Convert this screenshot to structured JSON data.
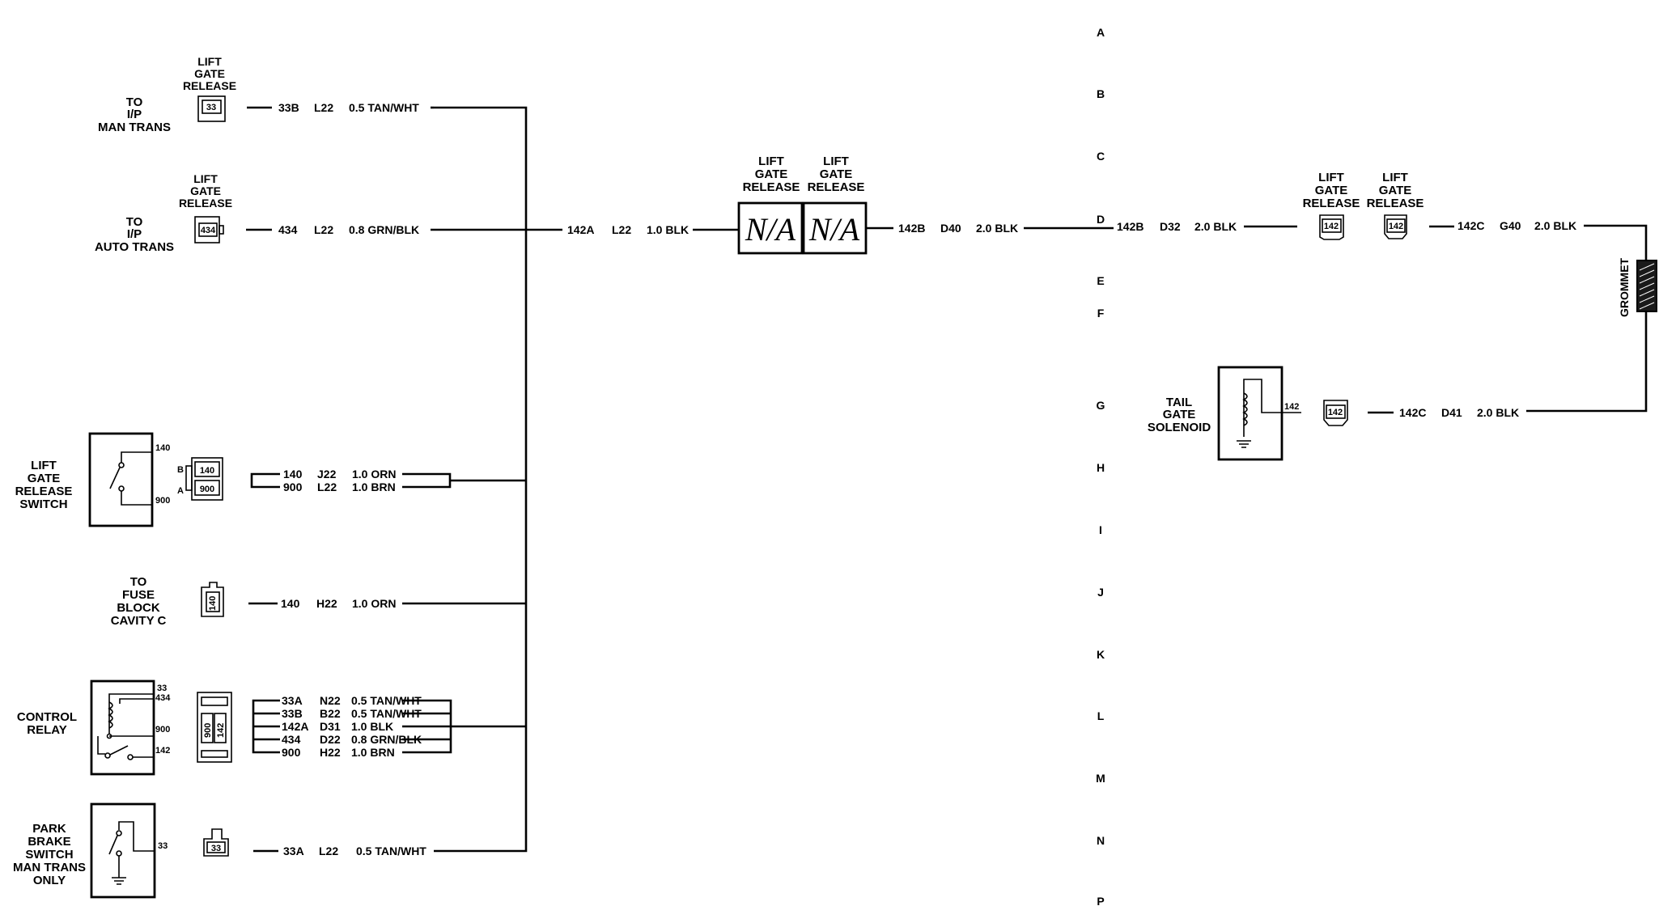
{
  "zones": [
    "A",
    "B",
    "C",
    "D",
    "E",
    "F",
    "G",
    "H",
    "I",
    "J",
    "K",
    "L",
    "M",
    "N",
    "P"
  ],
  "comp_liftgate_man": {
    "label": [
      "TO",
      "I/P",
      "MAN TRANS"
    ],
    "conn_title": [
      "LIFT",
      "GATE",
      "RELEASE"
    ],
    "pin": "33",
    "wire": {
      "circuit": "33B",
      "loc": "L22",
      "spec": "0.5 TAN/WHT"
    }
  },
  "comp_liftgate_auto": {
    "label": [
      "TO",
      "I/P",
      "AUTO TRANS"
    ],
    "conn_title": [
      "LIFT",
      "GATE",
      "RELEASE"
    ],
    "pin": "434",
    "wire": {
      "circuit": "434",
      "loc": "L22",
      "spec": "0.8 GRN/BLK"
    }
  },
  "center_splice_wire": {
    "circuit": "142A",
    "loc": "L22",
    "spec": "1.0 BLK"
  },
  "na_connectors": [
    {
      "title": [
        "LIFT",
        "GATE",
        "RELEASE"
      ],
      "text": "N/A"
    },
    {
      "title": [
        "LIFT",
        "GATE",
        "RELEASE"
      ],
      "text": "N/A"
    }
  ],
  "wire_142b_d40": {
    "circuit": "142B",
    "loc": "D40",
    "spec": "2.0 BLK"
  },
  "wire_142b_d32": {
    "circuit": "142B",
    "loc": "D32",
    "spec": "2.0 BLK"
  },
  "right_connectors": [
    {
      "title": [
        "LIFT",
        "GATE",
        "RELEASE"
      ],
      "pin": "142"
    },
    {
      "title": [
        "LIFT",
        "GATE",
        "RELEASE"
      ],
      "pin": "142"
    }
  ],
  "wire_142c_g40": {
    "circuit": "142C",
    "loc": "G40",
    "spec": "2.0 BLK"
  },
  "grommet": "GROMMET",
  "tail_gate": {
    "label": [
      "TAIL",
      "GATE",
      "SOLENOID"
    ],
    "pin": "142",
    "conn_pin": "142",
    "wire": {
      "circuit": "142C",
      "loc": "D41",
      "spec": "2.0 BLK"
    }
  },
  "release_switch": {
    "label": [
      "LIFT",
      "GATE",
      "RELEASE",
      "SWITCH"
    ],
    "pins": [
      "140",
      "900"
    ],
    "cavity_letters": [
      "B",
      "A"
    ],
    "wires": [
      {
        "circuit": "140",
        "loc": "J22",
        "spec": "1.0 ORN"
      },
      {
        "circuit": "900",
        "loc": "L22",
        "spec": "1.0 BRN"
      }
    ]
  },
  "fuse_block": {
    "label": [
      "TO",
      "FUSE",
      "BLOCK",
      "CAVITY C"
    ],
    "pin": "140",
    "wire": {
      "circuit": "140",
      "loc": "H22",
      "spec": "1.0 ORN"
    }
  },
  "control_relay": {
    "label": [
      "CONTROL",
      "RELAY"
    ],
    "pins": [
      "33",
      "434",
      "900",
      "142"
    ],
    "conn_pins": [
      "900",
      "142"
    ],
    "wires": [
      {
        "circuit": "33A",
        "loc": "N22",
        "spec": "0.5 TAN/WHT"
      },
      {
        "circuit": "33B",
        "loc": "B22",
        "spec": "0.5 TAN/WHT"
      },
      {
        "circuit": "142A",
        "loc": "D31",
        "spec": "1.0 BLK"
      },
      {
        "circuit": "434",
        "loc": "D22",
        "spec": "0.8 GRN/BLK"
      },
      {
        "circuit": "900",
        "loc": "H22",
        "spec": "1.0 BRN"
      }
    ]
  },
  "park_brake": {
    "label": [
      "PARK",
      "BRAKE",
      "SWITCH",
      "MAN TRANS",
      "ONLY"
    ],
    "pin": "33",
    "conn_pin": "33",
    "wire": {
      "circuit": "33A",
      "loc": "L22",
      "spec": "0.5 TAN/WHT"
    }
  }
}
